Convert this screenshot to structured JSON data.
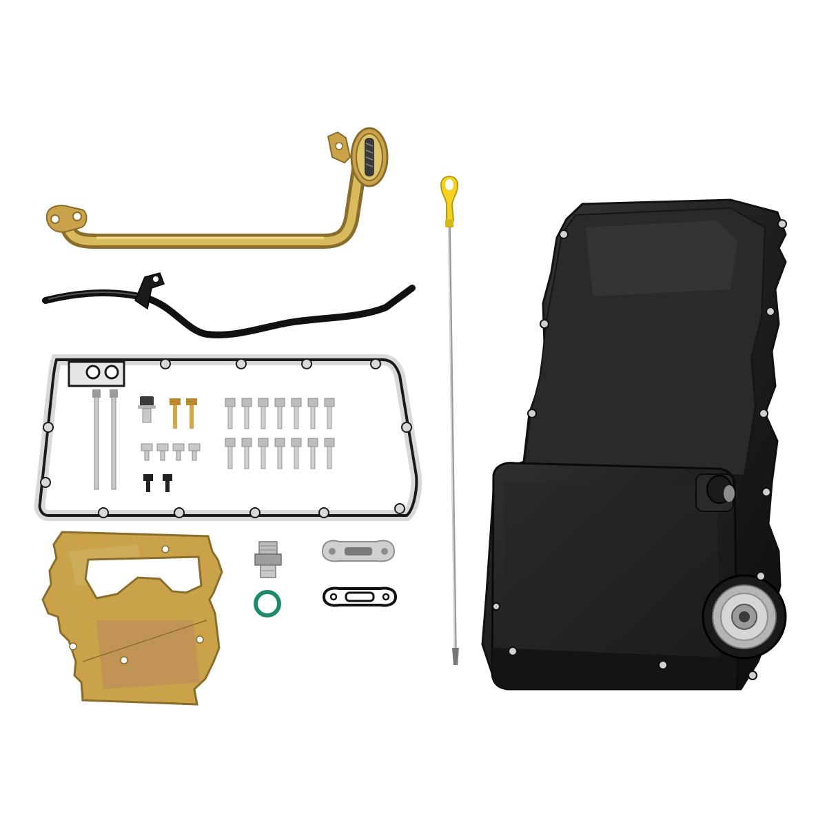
{
  "image": {
    "background": "#ffffff",
    "colors": {
      "pan_black": "#1c1c1c",
      "pan_shade": "#0f0f0f",
      "pan_edge": "#333333",
      "zinc_gold": "#c9a24a",
      "zinc_gold_dark": "#8a6d2a",
      "zinc_gold_light": "#e0c56a",
      "steel": "#c8c8c8",
      "steel_dark": "#8c8c8c",
      "gasket_black": "#1a1a1a",
      "gasket_silver": "#d9d9d9",
      "dipstick_yellow": "#f4d21e",
      "oring_green": "#1f8a6a"
    },
    "parts": [
      {
        "id": "oil-pan",
        "icon": "oil-pan-icon"
      },
      {
        "id": "oil-pickup-tube",
        "icon": "pickup-tube-icon"
      },
      {
        "id": "dipstick-tube",
        "icon": "dipstick-tube-icon"
      },
      {
        "id": "dipstick",
        "icon": "dipstick-icon"
      },
      {
        "id": "pan-gasket",
        "icon": "gasket-icon"
      },
      {
        "id": "windage-tray",
        "icon": "windage-tray-icon"
      },
      {
        "id": "fitting",
        "icon": "fitting-icon"
      },
      {
        "id": "o-ring",
        "icon": "o-ring-icon"
      },
      {
        "id": "adapter-plate",
        "icon": "adapter-plate-icon"
      },
      {
        "id": "adapter-gasket",
        "icon": "adapter-gasket-icon"
      }
    ]
  }
}
